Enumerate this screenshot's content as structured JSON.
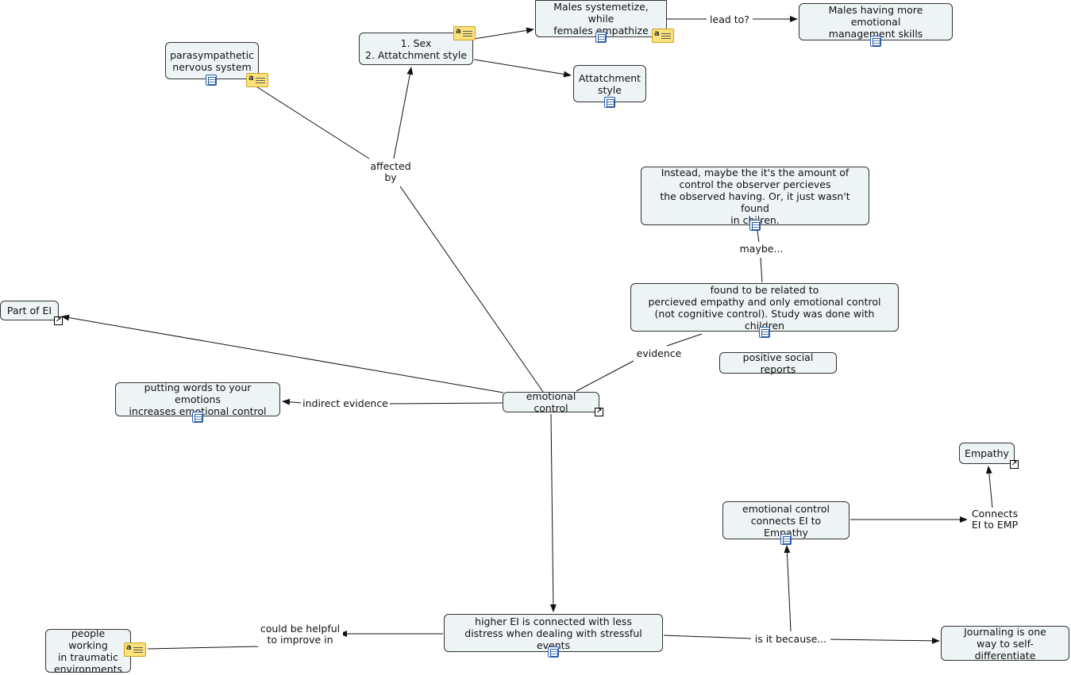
{
  "nodes": {
    "parasympathetic": "parasympathetic\nnervous system",
    "sex_attachment": "1. Sex\n2. Attatchment style",
    "males_systemetize": "Males systemetize, while\nfemales empathize",
    "males_emotional": "Males having more emotional\nmanagement skills",
    "attatchment_style": "Attatchment\nstyle",
    "instead_maybe": "Instead, maybe the it's the amount of\ncontrol the observer percieves\nthe observed having. Or, it just wasn't found\nin chilren.",
    "found_related": "found to be related to\npercieved empathy and only emotional control\n(not cognitive control). Study was done with children",
    "positive_social": "positive social reports",
    "part_of_ei": "Part of EI",
    "putting_words": "putting words to your emotions\nincreases emotional control",
    "emotional_control": "emotional control",
    "empathy": "Empathy",
    "ec_connects": "emotional control\nconnects EI to Empathy",
    "higher_ei": "higher EI is connected with less\ndistress when dealing with stressful events",
    "people_working": "people working\nin traumatic\nenvironments",
    "journaling": "Journaling is one\nway to self-differentiate"
  },
  "labels": {
    "affected_by": "affected\nby",
    "lead_to": "lead to?",
    "maybe": "maybe...",
    "evidence": "evidence",
    "indirect_evidence": "indirect evidence",
    "connects_ei_emp": "Connects\nEI to EMP",
    "could_be_helpful": "could be helpful\nto improve in",
    "is_it_because": "is it because..."
  },
  "icons": {
    "document": "document-icon",
    "note": "note-icon",
    "link": "link-arrow-icon"
  },
  "colors": {
    "node_fill": "#eef4f6",
    "node_border": "#333333",
    "note": "#fbe27a",
    "doc": "#2a5ca8"
  }
}
